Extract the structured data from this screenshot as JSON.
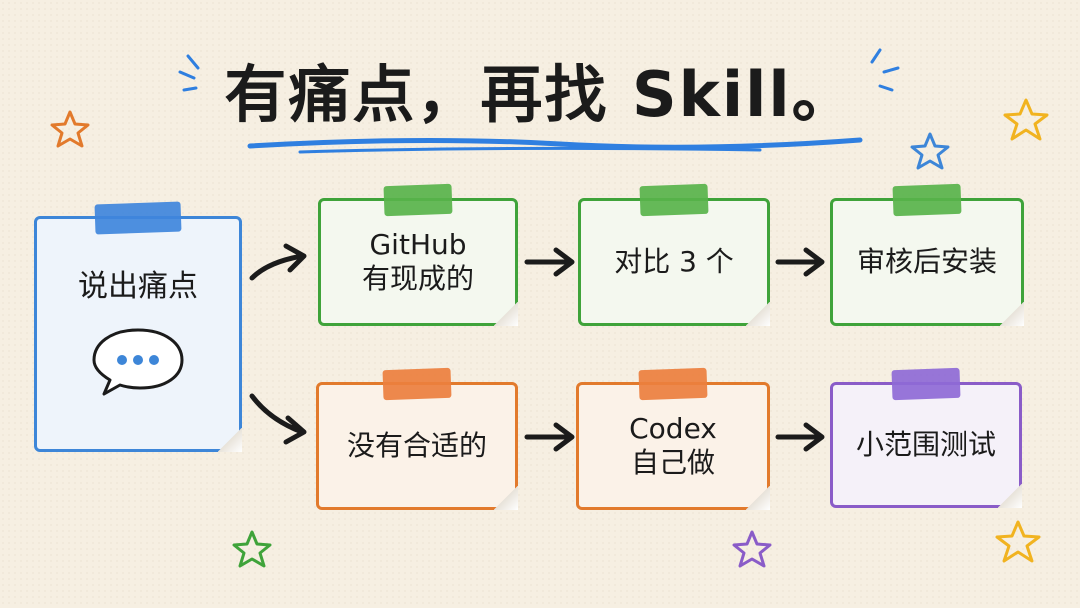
{
  "title": "有痛点，再找 Skill。",
  "start": {
    "label": "说出痛点",
    "icon": "speech-bubble-icon"
  },
  "top_row": [
    {
      "line1": "GitHub",
      "line2": "有现成的"
    },
    {
      "line1": "对比 3 个"
    },
    {
      "line1": "审核后安装"
    }
  ],
  "bottom_row": [
    {
      "line1": "没有合适的"
    },
    {
      "line1": "Codex",
      "line2": "自己做"
    },
    {
      "line1": "小范围测试"
    }
  ],
  "colors": {
    "start": "#3d86d8",
    "top": "#3fa33a",
    "bottom": "#e27a2c",
    "last": "#8a5cc8",
    "arrow": "#1b1b1b"
  }
}
